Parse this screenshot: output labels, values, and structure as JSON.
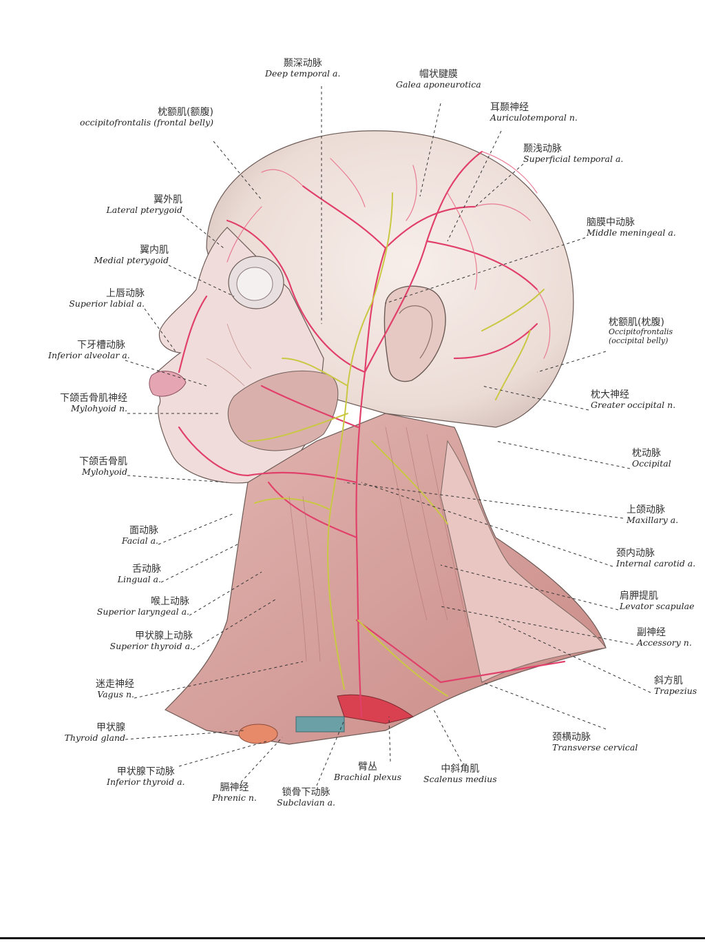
{
  "labels": {
    "deep_temporal": {
      "zh": "颞深动脉",
      "en": "Deep temporal a."
    },
    "galea": {
      "zh": "帽状腱膜",
      "en": "Galea aponeurotica"
    },
    "occipitofrontalis_frontal": {
      "zh": "枕额肌(额腹)",
      "en": "occipitofrontalis (frontal belly)"
    },
    "auriculotemporal": {
      "zh": "耳颞神经",
      "en": "Auriculotemporal n."
    },
    "superficial_temporal": {
      "zh": "颞浅动脉",
      "en": "Superficial temporal a."
    },
    "lateral_pterygoid": {
      "zh": "翼外肌",
      "en": "Lateral pterygoid"
    },
    "medial_pterygoid": {
      "zh": "翼内肌",
      "en": "Medial pterygoid"
    },
    "middle_meningeal": {
      "zh": "脑膜中动脉",
      "en": "Middle meningeal a."
    },
    "superior_labial": {
      "zh": "上唇动脉",
      "en": "Superior labial a."
    },
    "occipitofrontalis_occipital": {
      "zh": "枕额肌(枕腹)",
      "en": "Occipitofrontalis",
      "en2": "(occipital belly)"
    },
    "inferior_alveolar": {
      "zh": "下牙槽动脉",
      "en": "Inferior alveolar a."
    },
    "mylohyoid_n": {
      "zh": "下颌舌骨肌神经",
      "en": "Mylohyoid n."
    },
    "greater_occipital": {
      "zh": "枕大神经",
      "en": "Greater occipital n."
    },
    "occipital": {
      "zh": "枕动脉",
      "en": "Occipital"
    },
    "mylohyoid": {
      "zh": "下颌舌骨肌",
      "en": "Mylohyoid"
    },
    "maxillary": {
      "zh": "上颌动脉",
      "en": "Maxillary a."
    },
    "facial": {
      "zh": "面动脉",
      "en": "Facial a."
    },
    "internal_carotid": {
      "zh": "颈内动脉",
      "en": "Internal carotid a."
    },
    "lingual": {
      "zh": "舌动脉",
      "en": "Lingual a."
    },
    "levator_scapulae": {
      "zh": "肩胛提肌",
      "en": "Levator scapulae"
    },
    "superior_laryngeal": {
      "zh": "喉上动脉",
      "en": "Superior laryngeal a."
    },
    "superior_thyroid": {
      "zh": "甲状腺上动脉",
      "en": "Superior thyroid a."
    },
    "accessory": {
      "zh": "副神经",
      "en": "Accessory n."
    },
    "trapezius": {
      "zh": "斜方肌",
      "en": "Trapezius"
    },
    "vagus": {
      "zh": "迷走神经",
      "en": "Vagus n."
    },
    "thyroid_gland": {
      "zh": "甲状腺",
      "en": "Thyroid gland"
    },
    "transverse_cervical": {
      "zh": "颈横动脉",
      "en": "Transverse cervical"
    },
    "inferior_thyroid": {
      "zh": "甲状腺下动脉",
      "en": "Inferior thyroid a."
    },
    "scalenus_medius": {
      "zh": "中斜角肌",
      "en": "Scalenus medius"
    },
    "brachial_plexus": {
      "zh": "臂丛",
      "en": "Brachial plexus"
    },
    "subclavian": {
      "zh": "锁骨下动脉",
      "en": "Subclavian a."
    },
    "phrenic": {
      "zh": "膈神经",
      "en": "Phrenic n."
    }
  },
  "colors": {
    "artery": "#e0406a",
    "nerve": "#c9c842",
    "muscle": "#d98f8a",
    "skin": "#efe4e0",
    "outline": "#6b5a55",
    "leader": "#333333"
  }
}
